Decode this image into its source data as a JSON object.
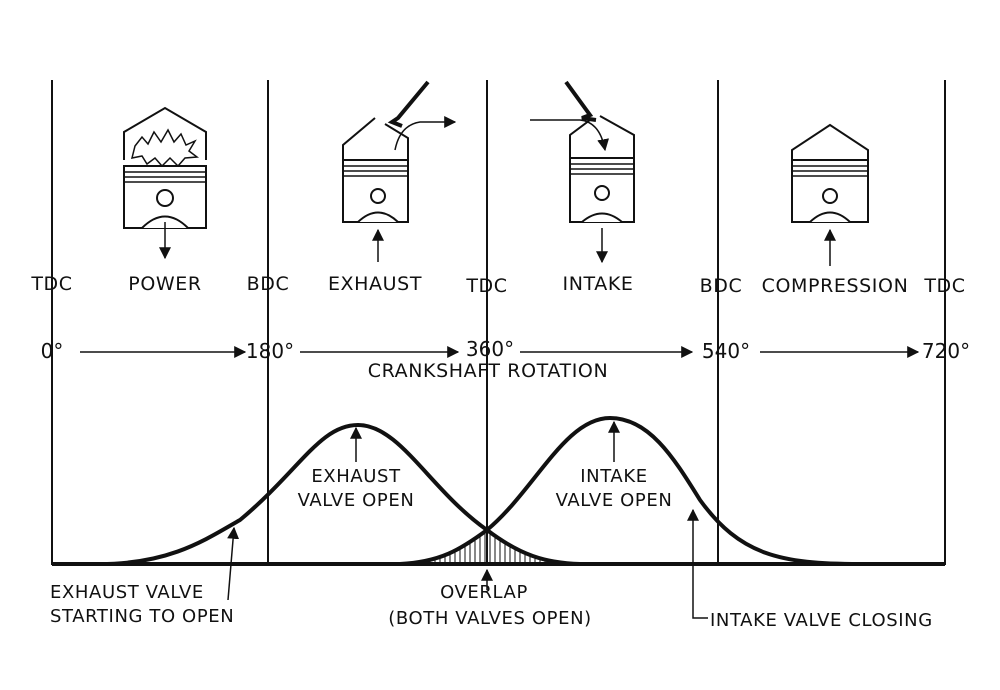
{
  "positions": [
    {
      "dead_center": "TDC",
      "angle": "0°"
    },
    {
      "dead_center": "BDC",
      "angle": "180°"
    },
    {
      "dead_center": "TDC",
      "angle": "360°"
    },
    {
      "dead_center": "BDC",
      "angle": "540°"
    },
    {
      "dead_center": "TDC",
      "angle": "720°"
    }
  ],
  "strokes": [
    {
      "name": "POWER",
      "piston_motion": "down"
    },
    {
      "name": "EXHAUST",
      "piston_motion": "up"
    },
    {
      "name": "INTAKE",
      "piston_motion": "down"
    },
    {
      "name": "COMPRESSION",
      "piston_motion": "up"
    }
  ],
  "axis_label": "CRANKSHAFT ROTATION",
  "curves": {
    "exhaust": {
      "line1": "EXHAUST",
      "line2": "VALVE OPEN"
    },
    "intake": {
      "line1": "INTAKE",
      "line2": "VALVE OPEN"
    }
  },
  "annotations": {
    "exhaust_start": {
      "line1": "EXHAUST VALVE",
      "line2": "STARTING TO OPEN"
    },
    "overlap": {
      "line1": "OVERLAP",
      "line2": "(BOTH VALVES OPEN)"
    },
    "intake_closing": "INTAKE VALVE CLOSING"
  },
  "colors": {
    "ink": "#111111",
    "background": "#ffffff"
  }
}
